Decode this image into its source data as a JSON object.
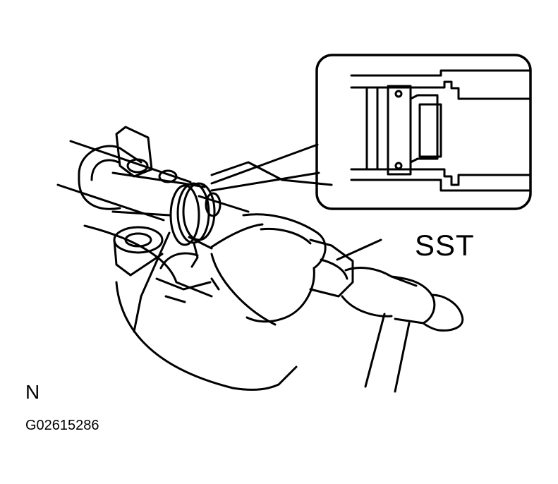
{
  "labels": {
    "tool": "SST",
    "view_letter": "N",
    "figure_id": "G02615286"
  },
  "colors": {
    "line": "#000000",
    "background": "#ffffff"
  }
}
